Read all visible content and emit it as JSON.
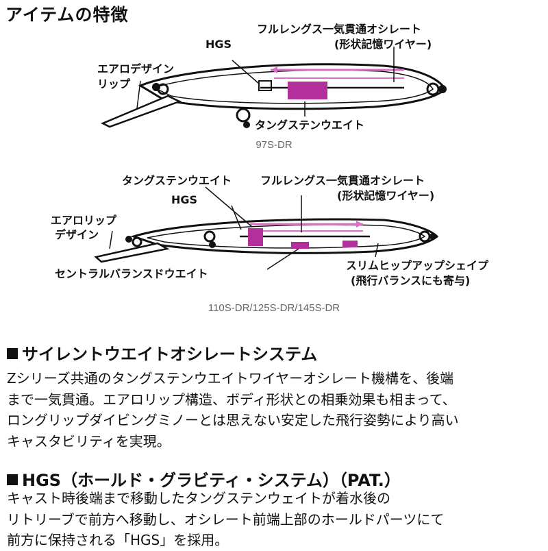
{
  "heading": "アイテムの特徴",
  "diagram_top": {
    "model": "97S-DR",
    "labels": {
      "hgs": "HGS",
      "full_length_1": "フルレングス一気貫通オシレート",
      "full_length_2": "(形状記憶ワイヤー)",
      "aero_lip_1": "エアロデザイン",
      "aero_lip_2": "リップ",
      "tungsten": "タングステンウエイト"
    }
  },
  "diagram_bottom": {
    "model": "110S-DR/125S-DR/145S-DR",
    "labels": {
      "tungsten": "タングステンウエイト",
      "hgs": "HGS",
      "full_length_1": "フルレングス一気貫通オシレート",
      "full_length_2": "(形状記憶ワイヤー)",
      "aero_lip_1": "エアロリップ",
      "aero_lip_2": "デザイン",
      "central_balance": "セントラルバランスドウエイト",
      "slim_hip_1": "スリムヒップアップシェイプ",
      "slim_hip_2": "(飛行バランスにも寄与)"
    }
  },
  "section_silent": {
    "title": "サイレントウエイトオシレートシステム",
    "lines": [
      "Zシリーズ共通のタングステンウエイトワイヤーオシレート機構を、後端",
      "まで一気貫通。エアロリップ構造、ボディ形状との相乗効果も相まって、",
      "ロングリップダイビングミノーとは思えない安定した飛行姿勢により高い",
      "キャスタビリティを実現。"
    ]
  },
  "section_hgs": {
    "title": "HGS（ホールド・グラビティ・システム）（PAT.）",
    "lines": [
      "キャスト時後端まで移動したタングステンウェイトが着水後の",
      "リトリーブで前方へ移動し、オシレート前端上部のホールドパーツにて",
      "前方に保持される「HGS」を採用。"
    ]
  },
  "colors": {
    "accent_magenta": "#b3309a",
    "arrow_pink": "#d96fc7",
    "ink": "#111111"
  }
}
